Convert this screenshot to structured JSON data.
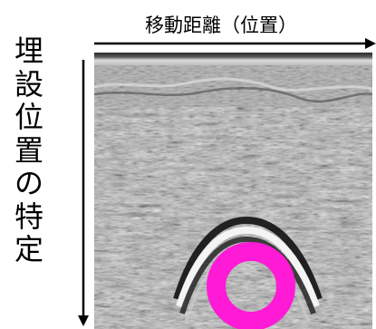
{
  "horizontal_axis": {
    "label": "移動距離（位置）"
  },
  "vertical_axis": {
    "label": "埋設位置の特定"
  },
  "colors": {
    "arrow": "#000000",
    "marker": "#ff1ad6",
    "radar_background": "#9a9a9a"
  },
  "icons": {
    "horizontal_arrow": "arrow-right",
    "vertical_arrow": "arrow-down",
    "marker": "ring"
  }
}
